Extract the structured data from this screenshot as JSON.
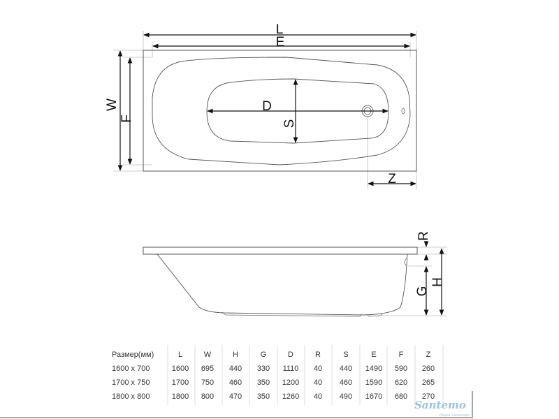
{
  "drawing": {
    "labels": {
      "L": "L",
      "E": "E",
      "W": "W",
      "F": "F",
      "D": "D",
      "S": "S",
      "Z": "Z",
      "R": "R",
      "G": "G",
      "H": "H"
    }
  },
  "table": {
    "headers": [
      "Размер(мм)",
      "L",
      "W",
      "H",
      "G",
      "D",
      "R",
      "S",
      "E",
      "F",
      "Z"
    ],
    "rows": [
      [
        "1600 x 700",
        "1600",
        "695",
        "440",
        "330",
        "1110",
        "40",
        "440",
        "1490",
        "590",
        "260"
      ],
      [
        "1700 x 750",
        "1700",
        "750",
        "460",
        "350",
        "1200",
        "40",
        "460",
        "1590",
        "620",
        "265"
      ],
      [
        "1800 x 800",
        "1800",
        "800",
        "470",
        "350",
        "1260",
        "40",
        "490",
        "1670",
        "680",
        "270"
      ]
    ]
  },
  "logo": {
    "name": "Santemo",
    "tagline": "сборка сантехники"
  },
  "colors": {
    "line": "#555555",
    "dim": "#111111",
    "guide": "#bbbbbb",
    "logo": "#9cc3dd"
  }
}
